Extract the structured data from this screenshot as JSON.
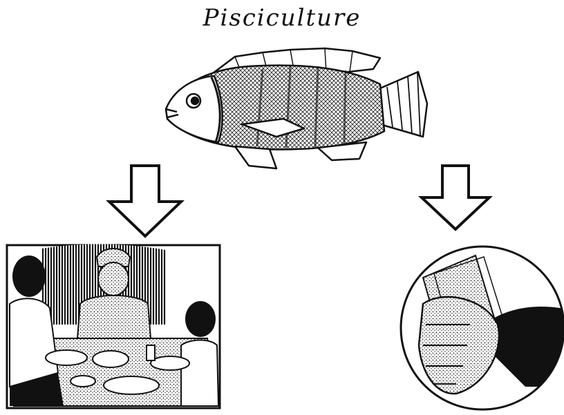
{
  "title": "Pisciculture",
  "colors": {
    "ink": "#111111",
    "paper": "#ffffff",
    "shade": "#555555"
  },
  "icons": [
    "fish-illustration",
    "arrow-down-icon",
    "family-meal-illustration",
    "money-in-hand-illustration"
  ]
}
